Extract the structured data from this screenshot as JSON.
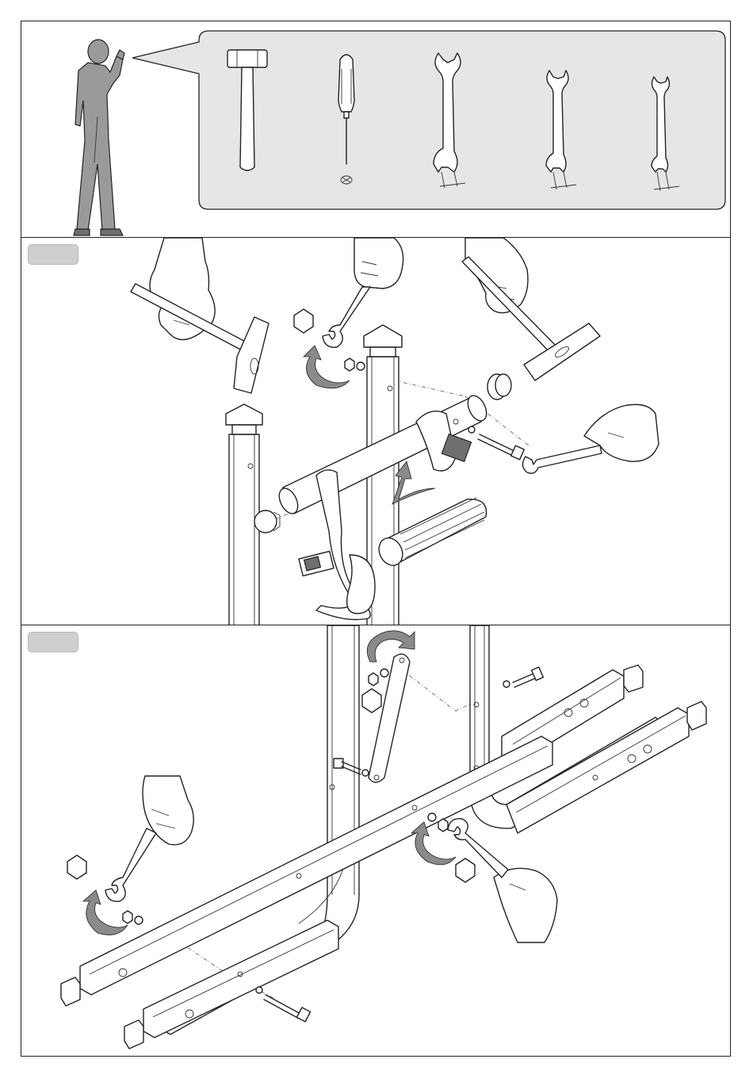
{
  "page": {
    "panels": [
      {
        "id": "tools",
        "tools": [
          "hammer-icon",
          "screwdriver-icon",
          "wrench-large-icon",
          "wrench-medium-icon",
          "wrench-small-icon"
        ]
      },
      {
        "id": "step-1",
        "step_label": "",
        "icons": [
          "hand-hammer-icon",
          "hand-wrench-icon",
          "hex-nut-icon",
          "rotate-arrow-icon",
          "insert-arrow-icon"
        ]
      },
      {
        "id": "step-2",
        "step_label": "",
        "icons": [
          "hand-wrench-icon",
          "hex-nut-icon",
          "rotate-arrow-icon"
        ]
      }
    ],
    "colors": {
      "line": "#222222",
      "tool_callout_bg": "#e6e6e6",
      "figure_gray": "#9a9a9a",
      "arrow_gray": "#8a8a8a",
      "badge_gray": "#cfcfcf"
    }
  }
}
